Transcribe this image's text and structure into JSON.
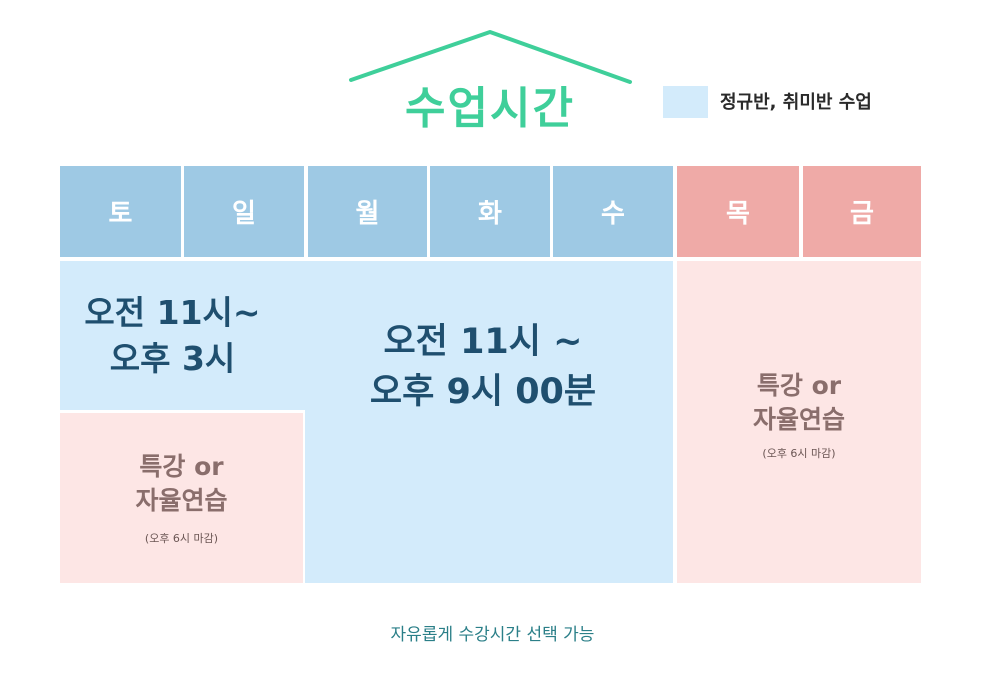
{
  "title": "수업시간",
  "legend": {
    "label": "정규반, 취미반 수업",
    "color": "#d3ebfb"
  },
  "days": [
    "토",
    "일",
    "월",
    "화",
    "수",
    "목",
    "금"
  ],
  "blocks": {
    "weekend_morning": {
      "line1": "오전 11시~",
      "line2": "오후 3시"
    },
    "weekday_regular": {
      "line1": "오전 11시 ~",
      "line2": "오후 9시 00분"
    },
    "weekend_special": {
      "line1": "특강 or",
      "line2": "자율연습",
      "note": "(오후 6시 마감)"
    },
    "thu_fri_special": {
      "line1": "특강 or",
      "line2": "자율연습",
      "note": "(오후 6시 마감)"
    }
  },
  "footer": "자유롭게 수강시간 선택 가능",
  "colors": {
    "title": "#3fcf9a",
    "day_blue": "#9ec9e4",
    "day_pink": "#efaaa7",
    "block_blue": "#d3ebfb",
    "block_pink": "#fde6e5",
    "text_navy": "#1f4f6f",
    "text_brown": "#8a6e6c",
    "footer": "#2b7f88"
  },
  "icons": [
    "house-roof-icon"
  ]
}
